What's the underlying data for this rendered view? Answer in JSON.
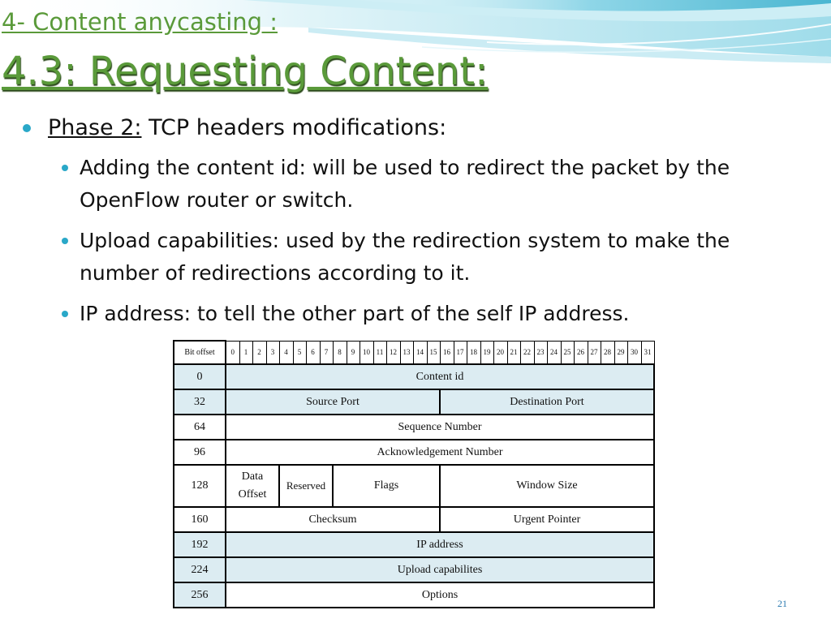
{
  "title": {
    "line1": "4- Content anycasting :",
    "line2": "4.3: Requesting Content:"
  },
  "bullet": {
    "prefix": "Phase 2:",
    "rest": " TCP headers modifications:"
  },
  "sub_bullets": [
    "Adding the content id: will be used to redirect the packet by the OpenFlow router or switch.",
    "Upload capabilities: used by the redirection system to make the number of redirections according to it.",
    "IP address: to tell the other part of the self IP address."
  ],
  "table": {
    "header_label": "Bit offset",
    "bits": [
      "0",
      "1",
      "2",
      "3",
      "4",
      "5",
      "6",
      "7",
      "8",
      "9",
      "10",
      "11",
      "12",
      "13",
      "14",
      "15",
      "16",
      "17",
      "18",
      "19",
      "20",
      "21",
      "22",
      "23",
      "24",
      "25",
      "26",
      "27",
      "28",
      "29",
      "30",
      "31"
    ],
    "rows": [
      {
        "offset": "0",
        "fields": [
          "Content id"
        ]
      },
      {
        "offset": "32",
        "fields": [
          "Source Port",
          "Destination Port"
        ]
      },
      {
        "offset": "64",
        "fields": [
          "Sequence Number"
        ]
      },
      {
        "offset": "96",
        "fields": [
          "Acknowledgement Number"
        ]
      },
      {
        "offset": "128",
        "fields": [
          "Data Offset",
          "Reserved",
          "Flags",
          "Window Size"
        ]
      },
      {
        "offset": "160",
        "fields": [
          "Checksum",
          "Urgent Pointer"
        ]
      },
      {
        "offset": "192",
        "fields": [
          "IP address"
        ]
      },
      {
        "offset": "224",
        "fields": [
          "Upload capabilites"
        ]
      },
      {
        "offset": "256",
        "fields": [
          "Options"
        ]
      }
    ]
  },
  "page_number": "21",
  "colors": {
    "title": "#5a9a3a",
    "bullet_dot": "#2aa8c8",
    "highlight_row": "#dcecf2",
    "swoosh_light": "#c8ecf4",
    "swoosh_dark": "#3ab2d0"
  }
}
